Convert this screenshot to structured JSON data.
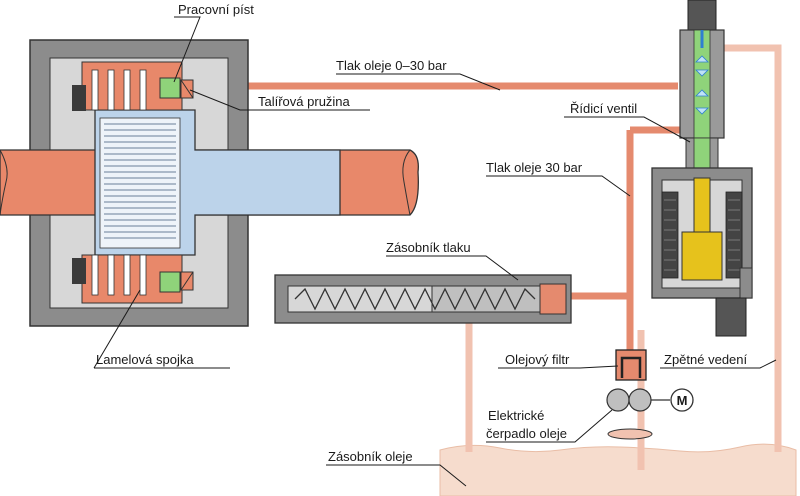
{
  "labels": {
    "pracovni_pist": "Pracovní píst",
    "tlak_oleje_0_30": "Tlak oleje 0–30 bar",
    "talirova_pruzina": "Talířová pružina",
    "ridici_ventil": "Řídicí ventil",
    "tlak_oleje_30": "Tlak oleje 30 bar",
    "zasobnik_tlaku": "Zásobník tlaku",
    "lamelova_spojka": "Lamelová spojka",
    "olejovy_filtr": "Olejový filtr",
    "zpetne_vedeni": "Zpětné vedení",
    "elektricke": "Elektrické",
    "cerpadlo_oleje": "čerpadlo oleje",
    "zasobnik_oleje": "Zásobník oleje",
    "motor_symbol": "M"
  },
  "colors": {
    "housing": "#8c8c8c",
    "housing_dark": "#5a5a5a",
    "shaft": "#e8886a",
    "hub": "#bcd3ea",
    "pressure_line": "#e58a6e",
    "return_line": "#f1c2b0",
    "piston_green": "#8fd37a",
    "coil_yellow": "#e6c21c",
    "oil_reservoir": "#f6dccd"
  }
}
